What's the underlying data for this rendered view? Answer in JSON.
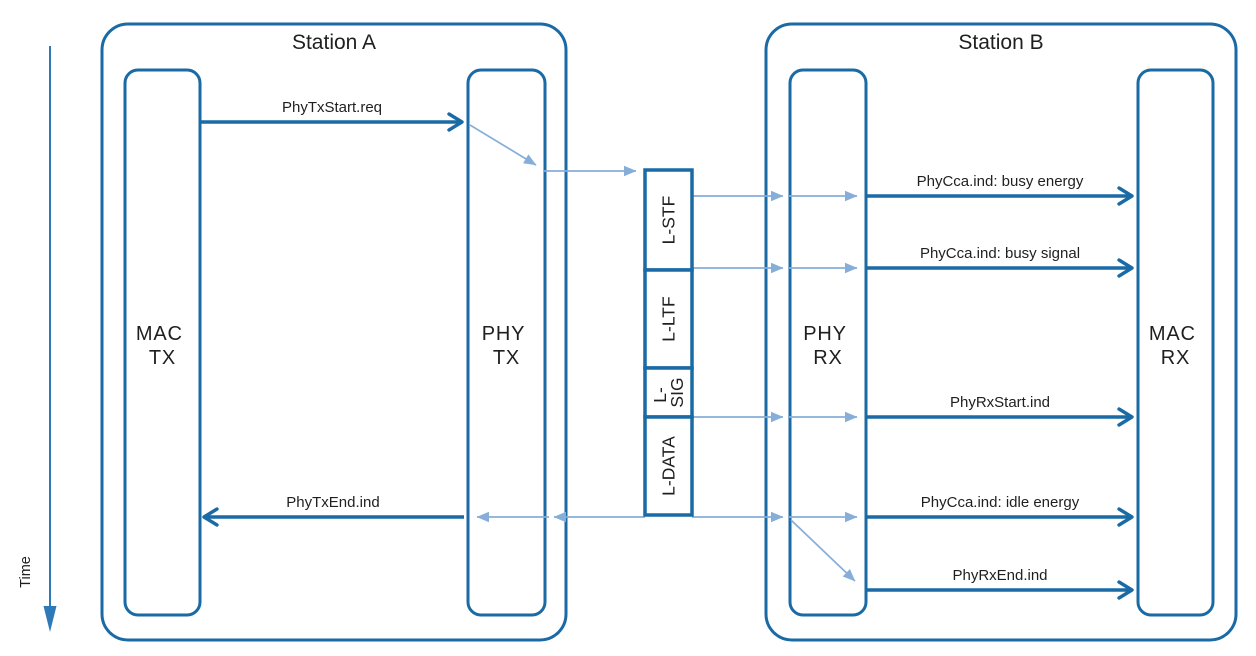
{
  "diagram": {
    "time_axis": {
      "label": "Time"
    },
    "stations": {
      "a": {
        "title": "Station A"
      },
      "b": {
        "title": "Station B"
      }
    },
    "lanes": {
      "mac_tx": {
        "line1": "MAC",
        "line2": "TX"
      },
      "phy_tx": {
        "line1": "PHY",
        "line2": "TX"
      },
      "phy_rx": {
        "line1": "PHY",
        "line2": "RX"
      },
      "mac_rx": {
        "line1": "MAC",
        "line2": "RX"
      }
    },
    "frame_fields": [
      {
        "label": "L-STF"
      },
      {
        "label": "L-LTF"
      },
      {
        "label": "L-SIG",
        "lines": [
          "L-",
          "SIG"
        ]
      },
      {
        "label": "L-DATA"
      }
    ],
    "messages": {
      "phy_tx_start": "PhyTxStart.req",
      "phy_tx_end": "PhyTxEnd.ind",
      "cca_busy_energy": "PhyCca.ind: busy energy",
      "cca_busy_signal": "PhyCca.ind: busy signal",
      "phy_rx_start": "PhyRxStart.ind",
      "cca_idle_energy": "PhyCca.ind: idle energy",
      "phy_rx_end": "PhyRxEnd.ind"
    },
    "colors": {
      "primary_stroke": "#1a6aa5",
      "light_arrow": "#86aed8",
      "time_arrow": "#2e79b8",
      "text": "#1f1f1f",
      "background": "#ffffff"
    }
  }
}
